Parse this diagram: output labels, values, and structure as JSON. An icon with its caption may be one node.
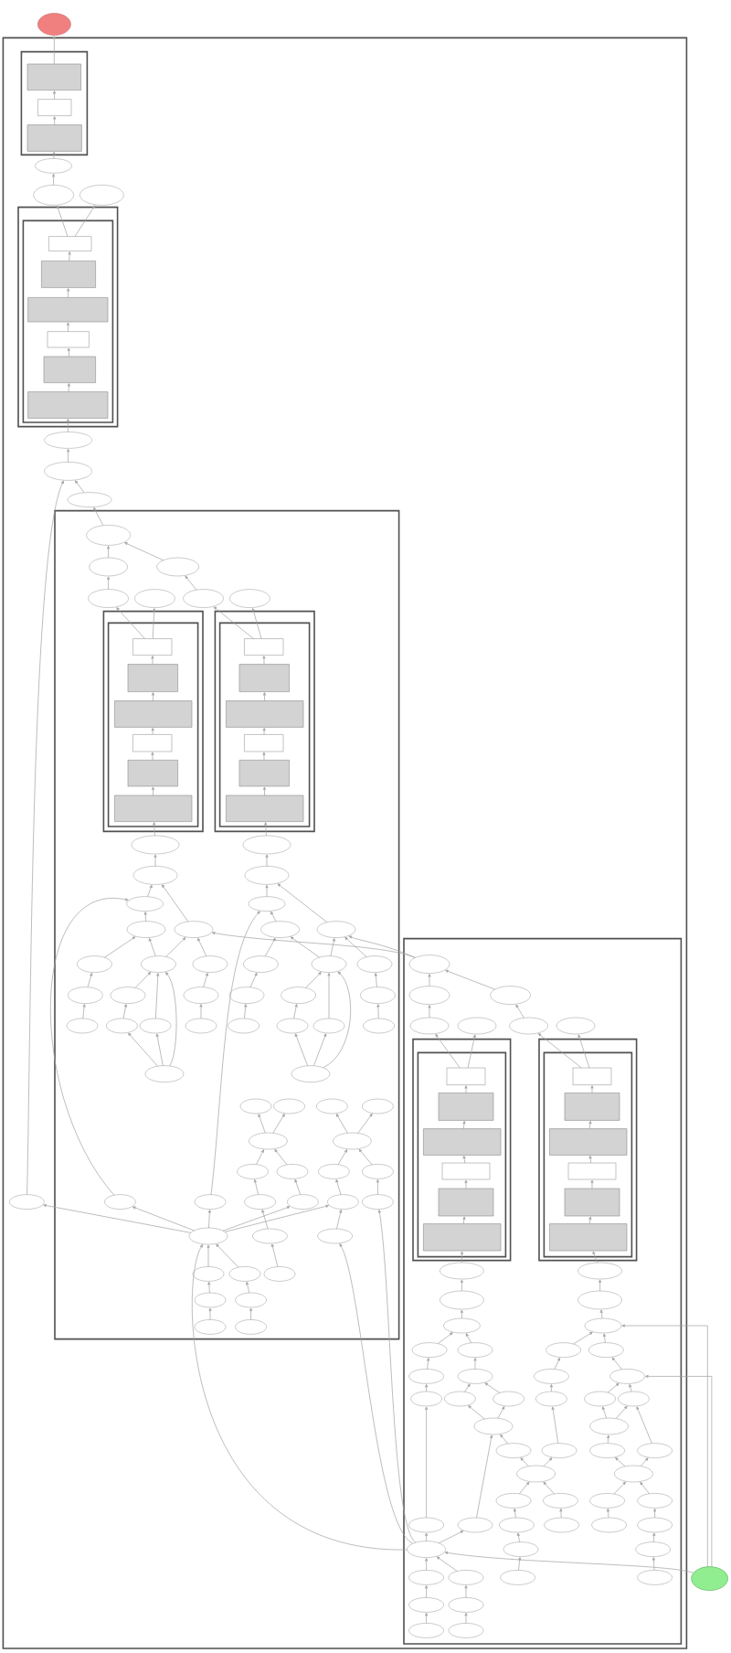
{
  "diagram": {
    "nodes": [
      {
        "text": [],
        "shape": "ellipse"
      },
      {
        "text": [],
        "shape": "box"
      },
      {
        "text": [],
        "shape": "box",
        "in": 1
      },
      {
        "text": [],
        "shape": "box",
        "in": 2
      },
      {
        "text": [],
        "shape": "box",
        "in": 2
      },
      {
        "text": [],
        "shape": "box",
        "in": 2
      },
      {
        "text": [],
        "shape": "ellipse",
        "in": 1
      },
      {
        "text": [],
        "shape": "ellipse",
        "in": 1
      },
      {
        "text": [],
        "shape": "ellipse",
        "in": 1
      },
      {
        "text": [],
        "shape": "box",
        "in": 1
      },
      {
        "text": [],
        "shape": "box",
        "in": 9
      },
      {
        "text": [],
        "shape": "box",
        "in": 10
      },
      {
        "text": [],
        "shape": "box",
        "in": 10
      },
      {
        "text": [],
        "shape": "box",
        "in": 10
      },
      {
        "text": [],
        "shape": "box",
        "in": 10
      },
      {
        "text": [],
        "shape": "box",
        "in": 10
      },
      {
        "text": [],
        "shape": "box",
        "in": 10
      },
      {
        "text": [],
        "shape": "ellipse",
        "in": 1
      },
      {
        "text": [],
        "shape": "ellipse",
        "in": 1
      },
      {
        "text": [],
        "shape": "ellipse",
        "in": 1
      },
      {
        "text": [],
        "shape": "box",
        "in": 1
      },
      {
        "text": [],
        "shape": "ellipse",
        "in": 20
      },
      {
        "text": [],
        "shape": "ellipse",
        "in": 20
      },
      {
        "text": [],
        "shape": "ellipse",
        "in": 20
      },
      {
        "text": [],
        "shape": "ellipse",
        "in": 20
      },
      {
        "text": [],
        "shape": "ellipse",
        "in": 20
      },
      {
        "text": [],
        "shape": "ellipse",
        "in": 20
      },
      {
        "text": [],
        "shape": "ellipse",
        "in": 20
      },
      {
        "text": [],
        "shape": "box",
        "in": 20
      },
      {
        "text": [],
        "shape": "box",
        "in": 28
      },
      {
        "text": [],
        "shape": "box",
        "in": 29
      },
      {
        "text": [],
        "shape": "box",
        "in": 29
      },
      {
        "text": [],
        "shape": "box",
        "in": 29
      },
      {
        "text": [],
        "shape": "box",
        "in": 29
      },
      {
        "text": [],
        "shape": "box",
        "in": 29
      },
      {
        "text": [],
        "shape": "box",
        "in": 29
      },
      {
        "text": [],
        "shape": "box",
        "in": 20
      },
      {
        "text": [],
        "shape": "box",
        "in": 36
      },
      {
        "text": [],
        "shape": "box",
        "in": 37
      },
      {
        "text": [],
        "shape": "box",
        "in": 37
      },
      {
        "text": [],
        "shape": "box",
        "in": 37
      },
      {
        "text": [],
        "shape": "box",
        "in": 37
      },
      {
        "text": [],
        "shape": "box",
        "in": 37
      },
      {
        "text": [],
        "shape": "box",
        "in": 37
      },
      {
        "text": [],
        "shape": "ellipse",
        "in": 20
      },
      {
        "text": [],
        "shape": "ellipse",
        "in": 20
      },
      {
        "text": [],
        "shape": "ellipse",
        "in": 20
      },
      {
        "text": [],
        "shape": "ellipse",
        "in": 20
      },
      {
        "text": [],
        "shape": "ellipse",
        "in": 20
      },
      {
        "text": [],
        "shape": "ellipse",
        "in": 20
      },
      {
        "text": [],
        "shape": "ellipse",
        "in": 20
      },
      {
        "text": [],
        "shape": "ellipse",
        "in": 20
      },
      {
        "text": [],
        "shape": "ellipse",
        "in": 20
      },
      {
        "text": [],
        "shape": "ellipse",
        "in": 20
      },
      {
        "text": [],
        "shape": "ellipse",
        "in": 20
      },
      {
        "text": [],
        "shape": "ellipse",
        "in": 20
      },
      {
        "text": [],
        "shape": "ellipse",
        "in": 20
      },
      {
        "text": [],
        "shape": "ellipse",
        "in": 20
      },
      {
        "text": [],
        "shape": "ellipse",
        "in": 20
      },
      {
        "text": [],
        "shape": "ellipse",
        "in": 20
      },
      {
        "text": [],
        "shape": "ellipse",
        "in": 20
      },
      {
        "text": [],
        "shape": "ellipse",
        "in": 20
      },
      {
        "text": [],
        "shape": "ellipse",
        "in": 20
      },
      {
        "text": [],
        "shape": "ellipse",
        "in": 20
      },
      {
        "text": [],
        "shape": "ellipse",
        "in": 20
      },
      {
        "text": [],
        "shape": "ellipse",
        "in": 20
      },
      {
        "text": [],
        "shape": "ellipse",
        "in": 20
      },
      {
        "text": [],
        "shape": "ellipse",
        "in": 20
      },
      {
        "text": [],
        "shape": "ellipse",
        "in": 20
      },
      {
        "text": [],
        "shape": "ellipse",
        "in": 20
      },
      {
        "text": [],
        "shape": "ellipse",
        "in": 20
      },
      {
        "text": [],
        "shape": "ellipse",
        "in": 20
      },
      {
        "text": [],
        "shape": "ellipse",
        "in": 20
      },
      {
        "text": [],
        "shape": "ellipse",
        "in": 20
      },
      {
        "text": [],
        "shape": "ellipse",
        "in": 20
      },
      {
        "text": [],
        "shape": "ellipse",
        "in": 20
      },
      {
        "text": [],
        "shape": "ellipse",
        "in": 20
      },
      {
        "text": [],
        "shape": "ellipse",
        "in": 20
      },
      {
        "text": [],
        "shape": "ellipse",
        "in": 20
      },
      {
        "text": [],
        "shape": "ellipse",
        "in": 20
      },
      {
        "text": [],
        "shape": "ellipse",
        "in": 20
      },
      {
        "text": [],
        "shape": "ellipse",
        "in": 20
      },
      {
        "text": [],
        "shape": "ellipse",
        "in": 20
      },
      {
        "text": [],
        "shape": "ellipse",
        "in": 20
      },
      {
        "text": [],
        "shape": "ellipse",
        "in": 20
      },
      {
        "text": [],
        "shape": "ellipse",
        "in": 20
      },
      {
        "text": [],
        "shape": "ellipse",
        "in": 1
      },
      {
        "text": [],
        "shape": "ellipse",
        "in": 20
      },
      {
        "text": [],
        "shape": "ellipse",
        "in": 20
      },
      {
        "text": [],
        "shape": "ellipse",
        "in": 20
      },
      {
        "text": [],
        "shape": "ellipse",
        "in": 20
      },
      {
        "text": [],
        "shape": "ellipse",
        "in": 20
      },
      {
        "text": [],
        "shape": "ellipse",
        "in": 20
      },
      {
        "text": [],
        "shape": "ellipse",
        "in": 20
      },
      {
        "text": [],
        "shape": "ellipse",
        "in": 20
      },
      {
        "text": [],
        "shape": "ellipse",
        "in": 20
      },
      {
        "text": [],
        "shape": "ellipse",
        "in": 20
      },
      {
        "text": [],
        "shape": "ellipse",
        "in": 20
      },
      {
        "text": [],
        "shape": "ellipse",
        "in": 20
      },
      {
        "text": [],
        "shape": "ellipse",
        "in": 20
      },
      {
        "text": [],
        "shape": "ellipse",
        "in": 20
      },
      {
        "text": [],
        "shape": "ellipse",
        "in": 20
      },
      {
        "text": [],
        "shape": "ellipse",
        "in": 20
      },
      {
        "text": [],
        "shape": "box",
        "in": 1
      },
      {
        "text": [],
        "shape": "ellipse",
        "in": 103
      },
      {
        "text": [],
        "shape": "ellipse",
        "in": 103
      },
      {
        "text": [],
        "shape": "ellipse",
        "in": 103
      },
      {
        "text": [],
        "shape": "ellipse",
        "in": 103
      },
      {
        "text": [],
        "shape": "ellipse",
        "in": 103
      },
      {
        "text": [],
        "shape": "ellipse",
        "in": 103
      },
      {
        "text": [],
        "shape": "ellipse",
        "in": 103
      },
      {
        "text": [],
        "shape": "box",
        "in": 103
      },
      {
        "text": [],
        "shape": "box",
        "in": 111
      },
      {
        "text": [],
        "shape": "box",
        "in": 112
      },
      {
        "text": [],
        "shape": "box",
        "in": 112
      },
      {
        "text": [],
        "shape": "box",
        "in": 112
      },
      {
        "text": [],
        "shape": "box",
        "in": 112
      },
      {
        "text": [],
        "shape": "box",
        "in": 112
      },
      {
        "text": [],
        "shape": "box",
        "in": 112
      },
      {
        "text": [],
        "shape": "box",
        "in": 103
      },
      {
        "text": [],
        "shape": "box",
        "in": 119
      },
      {
        "text": [],
        "shape": "box",
        "in": 120
      },
      {
        "text": [],
        "shape": "box",
        "in": 120
      },
      {
        "text": [],
        "shape": "box",
        "in": 120
      },
      {
        "text": [],
        "shape": "box",
        "in": 120
      },
      {
        "text": [],
        "shape": "box",
        "in": 120
      },
      {
        "text": [],
        "shape": "box",
        "in": 120
      },
      {
        "text": [],
        "shape": "ellipse",
        "in": 103
      },
      {
        "text": [],
        "shape": "ellipse",
        "in": 103
      },
      {
        "text": [],
        "shape": "ellipse",
        "in": 103
      },
      {
        "text": [],
        "shape": "ellipse",
        "in": 103
      },
      {
        "text": [],
        "shape": "ellipse",
        "in": 103
      },
      {
        "text": [],
        "shape": "ellipse",
        "in": 103
      },
      {
        "text": [],
        "shape": "ellipse",
        "in": 103
      },
      {
        "text": [],
        "shape": "ellipse",
        "in": 103
      },
      {
        "text": [],
        "shape": "ellipse",
        "in": 103
      },
      {
        "text": [],
        "shape": "ellipse",
        "in": 103
      },
      {
        "text": [],
        "shape": "ellipse",
        "in": 103
      },
      {
        "text": [],
        "shape": "ellipse",
        "in": 103
      },
      {
        "text": [],
        "shape": "ellipse",
        "in": 103
      },
      {
        "text": [],
        "shape": "ellipse",
        "in": 103
      },
      {
        "text": [],
        "shape": "ellipse",
        "in": 103
      },
      {
        "text": [],
        "shape": "ellipse",
        "in": 103
      },
      {
        "text": [],
        "shape": "ellipse",
        "in": 103
      },
      {
        "text": [],
        "shape": "ellipse",
        "in": 103
      },
      {
        "text": [],
        "shape": "ellipse",
        "in": 103
      },
      {
        "text": [],
        "shape": "ellipse",
        "in": 103
      },
      {
        "text": [],
        "shape": "ellipse",
        "in": 103
      },
      {
        "text": [],
        "shape": "ellipse",
        "in": 103
      },
      {
        "text": [],
        "shape": "ellipse",
        "in": 103
      },
      {
        "text": [],
        "shape": "ellipse",
        "in": 103
      },
      {
        "text": [],
        "shape": "ellipse",
        "in": 103
      },
      {
        "text": [],
        "shape": "ellipse",
        "in": 103
      },
      {
        "text": [],
        "shape": "ellipse",
        "in": 103
      },
      {
        "text": [],
        "shape": "ellipse",
        "in": 103
      },
      {
        "text": [],
        "shape": "ellipse",
        "in": 103
      },
      {
        "text": [],
        "shape": "ellipse",
        "in": 103
      },
      {
        "text": [],
        "shape": "ellipse",
        "in": 103
      },
      {
        "text": [],
        "shape": "ellipse",
        "in": 103
      },
      {
        "text": [],
        "shape": "ellipse",
        "in": 103
      },
      {
        "text": [],
        "shape": "ellipse",
        "in": 103
      },
      {
        "text": [],
        "shape": "ellipse",
        "in": 103
      },
      {
        "text": [],
        "shape": "ellipse",
        "in": 103
      },
      {
        "text": [],
        "shape": "ellipse",
        "in": 103
      },
      {
        "text": [],
        "shape": "ellipse",
        "in": 103
      },
      {
        "text": [],
        "shape": "ellipse",
        "in": 103
      },
      {
        "text": [],
        "shape": "ellipse",
        "in": 103
      },
      {
        "text": [],
        "shape": "ellipse",
        "in": 103
      },
      {
        "text": [],
        "shape": "ellipse",
        "in": 103
      },
      {
        "text": [],
        "shape": "ellipse",
        "in": 103
      },
      {
        "text": [],
        "shape": "ellipse",
        "in": 103
      },
      {
        "text": [],
        "shape": "ellipse",
        "in": 103
      },
      {
        "text": [],
        "shape": "ellipse",
        "in": 103
      },
      {
        "text": [],
        "shape": "ellipse",
        "in": 103
      },
      {
        "text": [],
        "shape": "ellipse",
        "in": 103
      },
      {
        "text": [],
        "shape": "ellipse",
        "in": 103
      },
      {
        "text": [],
        "shape": "ellipse"
      }
    ],
    "edges": [
      {
        "from": 3,
        "to": 0,
        "arrow": "to"
      },
      {
        "from": 4,
        "to": 3,
        "arrow": "to"
      },
      {
        "from": 5,
        "to": 4,
        "arrow": "to"
      },
      {
        "from": 6,
        "to": 5,
        "arrow": "to"
      },
      {
        "from": 7,
        "to": 6,
        "arrow": "to"
      },
      {
        "from": 11,
        "to": 7,
        "arrow": "to"
      },
      {
        "from": 11,
        "to": 8,
        "arrow": "to"
      },
      {
        "from": 12,
        "to": 11,
        "arrow": "to"
      },
      {
        "from": 13,
        "to": 12,
        "arrow": "to"
      },
      {
        "from": 14,
        "to": 13,
        "arrow": "to"
      },
      {
        "from": 15,
        "to": 14,
        "arrow": "to"
      },
      {
        "from": 16,
        "to": 15,
        "arrow": "to"
      },
      {
        "from": 17,
        "to": 16,
        "arrow": "to"
      },
      {
        "from": 18,
        "to": 17,
        "arrow": "to"
      },
      {
        "from": 19,
        "to": 18,
        "arrow": "to"
      },
      {
        "from": 86,
        "to": 18,
        "arrow": "to"
      },
      {
        "from": 21,
        "to": 19,
        "arrow": "to"
      },
      {
        "from": 22,
        "to": 21,
        "arrow": "to"
      },
      {
        "from": 23,
        "to": 21,
        "arrow": "to"
      },
      {
        "from": 24,
        "to": 22,
        "arrow": "to"
      },
      {
        "from": 26,
        "to": 23,
        "arrow": "to"
      },
      {
        "from": 30,
        "to": 24,
        "arrow": "to"
      },
      {
        "from": 30,
        "to": 25,
        "arrow": "to"
      },
      {
        "from": 38,
        "to": 26,
        "arrow": "to"
      },
      {
        "from": 38,
        "to": 27,
        "arrow": "to"
      },
      {
        "from": 31,
        "to": 30,
        "arrow": "to"
      },
      {
        "from": 32,
        "to": 31,
        "arrow": "to"
      },
      {
        "from": 33,
        "to": 32,
        "arrow": "to"
      },
      {
        "from": 34,
        "to": 33,
        "arrow": "to"
      },
      {
        "from": 35,
        "to": 34,
        "arrow": "to"
      },
      {
        "from": 39,
        "to": 38,
        "arrow": "to"
      },
      {
        "from": 40,
        "to": 39,
        "arrow": "to"
      },
      {
        "from": 41,
        "to": 40,
        "arrow": "to"
      },
      {
        "from": 42,
        "to": 41,
        "arrow": "to"
      },
      {
        "from": 43,
        "to": 42,
        "arrow": "to"
      },
      {
        "from": 44,
        "to": 35,
        "arrow": "to"
      },
      {
        "from": 45,
        "to": 43,
        "arrow": "to"
      },
      {
        "from": 46,
        "to": 44,
        "arrow": "to"
      },
      {
        "from": 47,
        "to": 45,
        "arrow": "to"
      },
      {
        "from": 48,
        "to": 46,
        "arrow": "to"
      },
      {
        "from": 51,
        "to": 46,
        "arrow": "to"
      },
      {
        "from": 49,
        "to": 47,
        "arrow": "to"
      },
      {
        "from": 53,
        "to": 47,
        "arrow": "to"
      },
      {
        "from": 50,
        "to": 48,
        "arrow": "to"
      },
      {
        "from": 87,
        "to": 48,
        "arrow": "to"
      },
      {
        "from": 52,
        "to": 49,
        "arrow": "to"
      },
      {
        "from": 88,
        "to": 49,
        "arrow": "to"
      },
      {
        "from": 54,
        "to": 50,
        "arrow": "to"
      },
      {
        "from": 55,
        "to": 50,
        "arrow": "to"
      },
      {
        "from": 55,
        "to": 51,
        "arrow": "to"
      },
      {
        "from": 56,
        "to": 51,
        "arrow": "to"
      },
      {
        "from": 57,
        "to": 52,
        "arrow": "to"
      },
      {
        "from": 58,
        "to": 52,
        "arrow": "to"
      },
      {
        "from": 58,
        "to": 53,
        "arrow": "to"
      },
      {
        "from": 59,
        "to": 53,
        "arrow": "to"
      },
      {
        "from": 104,
        "to": 51,
        "arrow": "to"
      },
      {
        "from": 104,
        "to": 53,
        "arrow": "to"
      },
      {
        "from": 60,
        "to": 54,
        "arrow": "to"
      },
      {
        "from": 61,
        "to": 55,
        "arrow": "to"
      },
      {
        "from": 62,
        "to": 56,
        "arrow": "to"
      },
      {
        "from": 63,
        "to": 57,
        "arrow": "to"
      },
      {
        "from": 64,
        "to": 58,
        "arrow": "to"
      },
      {
        "from": 65,
        "to": 59,
        "arrow": "to"
      },
      {
        "from": 66,
        "to": 60,
        "arrow": "to"
      },
      {
        "from": 67,
        "to": 61,
        "arrow": "to"
      },
      {
        "from": 68,
        "to": 55,
        "arrow": "to"
      },
      {
        "from": 69,
        "to": 62,
        "arrow": "to"
      },
      {
        "from": 70,
        "to": 63,
        "arrow": "to"
      },
      {
        "from": 71,
        "to": 64,
        "arrow": "to"
      },
      {
        "from": 72,
        "to": 58,
        "arrow": "to"
      },
      {
        "from": 73,
        "to": 65,
        "arrow": "to"
      },
      {
        "from": 74,
        "to": 67,
        "arrow": "to"
      },
      {
        "from": 74,
        "to": 68,
        "arrow": "to"
      },
      {
        "from": 74,
        "to": 55,
        "arrow": "to"
      },
      {
        "from": 75,
        "to": 71,
        "arrow": "to"
      },
      {
        "from": 75,
        "to": 72,
        "arrow": "to"
      },
      {
        "from": 75,
        "to": 58,
        "arrow": "to"
      },
      {
        "from": 80,
        "to": 76,
        "arrow": "to"
      },
      {
        "from": 80,
        "to": 77,
        "arrow": "to"
      },
      {
        "from": 81,
        "to": 78,
        "arrow": "to"
      },
      {
        "from": 81,
        "to": 79,
        "arrow": "to"
      },
      {
        "from": 82,
        "to": 80,
        "arrow": "to"
      },
      {
        "from": 83,
        "to": 80,
        "arrow": "to"
      },
      {
        "from": 84,
        "to": 81,
        "arrow": "to"
      },
      {
        "from": 85,
        "to": 81,
        "arrow": "to"
      },
      {
        "from": 89,
        "to": 82,
        "arrow": "to"
      },
      {
        "from": 90,
        "to": 83,
        "arrow": "to"
      },
      {
        "from": 91,
        "to": 84,
        "arrow": "to"
      },
      {
        "from": 92,
        "to": 85,
        "arrow": "to"
      },
      {
        "from": 93,
        "to": 86,
        "arrow": "to"
      },
      {
        "from": 93,
        "to": 87,
        "arrow": "to"
      },
      {
        "from": 93,
        "to": 88,
        "arrow": "to"
      },
      {
        "from": 93,
        "to": 90,
        "arrow": "to"
      },
      {
        "from": 93,
        "to": 91,
        "arrow": "to"
      },
      {
        "from": 94,
        "to": 89,
        "arrow": "to"
      },
      {
        "from": 95,
        "to": 91,
        "arrow": "to"
      },
      {
        "from": 96,
        "to": 93,
        "arrow": "to"
      },
      {
        "from": 97,
        "to": 93,
        "arrow": "to"
      },
      {
        "from": 98,
        "to": 94,
        "arrow": "to"
      },
      {
        "from": 99,
        "to": 96,
        "arrow": "to"
      },
      {
        "from": 100,
        "to": 97,
        "arrow": "to"
      },
      {
        "from": 101,
        "to": 99,
        "arrow": "to"
      },
      {
        "from": 102,
        "to": 100,
        "arrow": "to"
      },
      {
        "from": 105,
        "to": 104,
        "arrow": "to"
      },
      {
        "from": 106,
        "to": 104,
        "arrow": "to"
      },
      {
        "from": 107,
        "to": 105,
        "arrow": "to"
      },
      {
        "from": 109,
        "to": 106,
        "arrow": "to"
      },
      {
        "from": 113,
        "to": 107,
        "arrow": "to"
      },
      {
        "from": 113,
        "to": 108,
        "arrow": "to"
      },
      {
        "from": 121,
        "to": 109,
        "arrow": "to"
      },
      {
        "from": 121,
        "to": 110,
        "arrow": "to"
      },
      {
        "from": 114,
        "to": 113,
        "arrow": "to"
      },
      {
        "from": 115,
        "to": 114,
        "arrow": "to"
      },
      {
        "from": 116,
        "to": 115,
        "arrow": "to"
      },
      {
        "from": 117,
        "to": 116,
        "arrow": "to"
      },
      {
        "from": 118,
        "to": 117,
        "arrow": "to"
      },
      {
        "from": 122,
        "to": 121,
        "arrow": "to"
      },
      {
        "from": 123,
        "to": 122,
        "arrow": "to"
      },
      {
        "from": 124,
        "to": 123,
        "arrow": "to"
      },
      {
        "from": 125,
        "to": 124,
        "arrow": "to"
      },
      {
        "from": 126,
        "to": 125,
        "arrow": "to"
      },
      {
        "from": 127,
        "to": 118,
        "arrow": "to"
      },
      {
        "from": 128,
        "to": 126,
        "arrow": "to"
      },
      {
        "from": 129,
        "to": 127,
        "arrow": "to"
      },
      {
        "from": 130,
        "to": 128,
        "arrow": "to"
      },
      {
        "from": 131,
        "to": 129,
        "arrow": "to"
      },
      {
        "from": 132,
        "to": 130,
        "arrow": "to"
      },
      {
        "from": 133,
        "to": 131,
        "arrow": "to"
      },
      {
        "from": 134,
        "to": 131,
        "arrow": "to"
      },
      {
        "from": 135,
        "to": 132,
        "arrow": "to"
      },
      {
        "from": 136,
        "to": 132,
        "arrow": "to"
      },
      {
        "from": 137,
        "to": 133,
        "arrow": "to"
      },
      {
        "from": 138,
        "to": 134,
        "arrow": "to"
      },
      {
        "from": 139,
        "to": 135,
        "arrow": "to"
      },
      {
        "from": 140,
        "to": 136,
        "arrow": "to"
      },
      {
        "from": 141,
        "to": 137,
        "arrow": "to"
      },
      {
        "from": 142,
        "to": 138,
        "arrow": "to"
      },
      {
        "from": 143,
        "to": 138,
        "arrow": "to"
      },
      {
        "from": 144,
        "to": 139,
        "arrow": "to"
      },
      {
        "from": 145,
        "to": 140,
        "arrow": "to"
      },
      {
        "from": 146,
        "to": 140,
        "arrow": "to"
      },
      {
        "from": 147,
        "to": 142,
        "arrow": "to"
      },
      {
        "from": 147,
        "to": 143,
        "arrow": "to"
      },
      {
        "from": 148,
        "to": 145,
        "arrow": "to"
      },
      {
        "from": 148,
        "to": 146,
        "arrow": "to"
      },
      {
        "from": 149,
        "to": 147,
        "arrow": "to"
      },
      {
        "from": 150,
        "to": 144,
        "arrow": "to"
      },
      {
        "from": 151,
        "to": 148,
        "arrow": "to"
      },
      {
        "from": 152,
        "to": 146,
        "arrow": "to"
      },
      {
        "from": 153,
        "to": 149,
        "arrow": "to"
      },
      {
        "from": 153,
        "to": 150,
        "arrow": "to"
      },
      {
        "from": 154,
        "to": 151,
        "arrow": "to"
      },
      {
        "from": 154,
        "to": 152,
        "arrow": "to"
      },
      {
        "from": 155,
        "to": 153,
        "arrow": "to"
      },
      {
        "from": 156,
        "to": 153,
        "arrow": "to"
      },
      {
        "from": 157,
        "to": 154,
        "arrow": "to"
      },
      {
        "from": 158,
        "to": 154,
        "arrow": "to"
      },
      {
        "from": 159,
        "to": 141,
        "arrow": "to"
      },
      {
        "from": 160,
        "to": 147,
        "arrow": "to"
      },
      {
        "from": 161,
        "to": 155,
        "arrow": "to"
      },
      {
        "from": 162,
        "to": 156,
        "arrow": "to"
      },
      {
        "from": 163,
        "to": 157,
        "arrow": "to"
      },
      {
        "from": 164,
        "to": 158,
        "arrow": "to"
      },
      {
        "from": 165,
        "to": 159,
        "arrow": "to"
      },
      {
        "from": 165,
        "to": 160,
        "arrow": "to"
      },
      {
        "from": 166,
        "to": 161,
        "arrow": "to"
      },
      {
        "from": 167,
        "to": 164,
        "arrow": "to"
      },
      {
        "from": 168,
        "to": 165,
        "arrow": "to"
      },
      {
        "from": 169,
        "to": 165,
        "arrow": "to"
      },
      {
        "from": 170,
        "to": 166,
        "arrow": "to"
      },
      {
        "from": 171,
        "to": 167,
        "arrow": "to"
      },
      {
        "from": 172,
        "to": 168,
        "arrow": "to"
      },
      {
        "from": 173,
        "to": 169,
        "arrow": "to"
      },
      {
        "from": 174,
        "to": 172,
        "arrow": "to"
      },
      {
        "from": 175,
        "to": 173,
        "arrow": "to"
      },
      {
        "from": 176,
        "to": 165,
        "arrow": "to"
      },
      {
        "from": 176,
        "to": 132,
        "arrow": "to"
      },
      {
        "from": 176,
        "to": 140,
        "arrow": "to"
      },
      {
        "from": 165,
        "to": 93,
        "arrow": "to"
      },
      {
        "from": 165,
        "to": 92,
        "arrow": "to"
      },
      {
        "from": 165,
        "to": 95,
        "arrow": "to"
      }
    ]
  }
}
